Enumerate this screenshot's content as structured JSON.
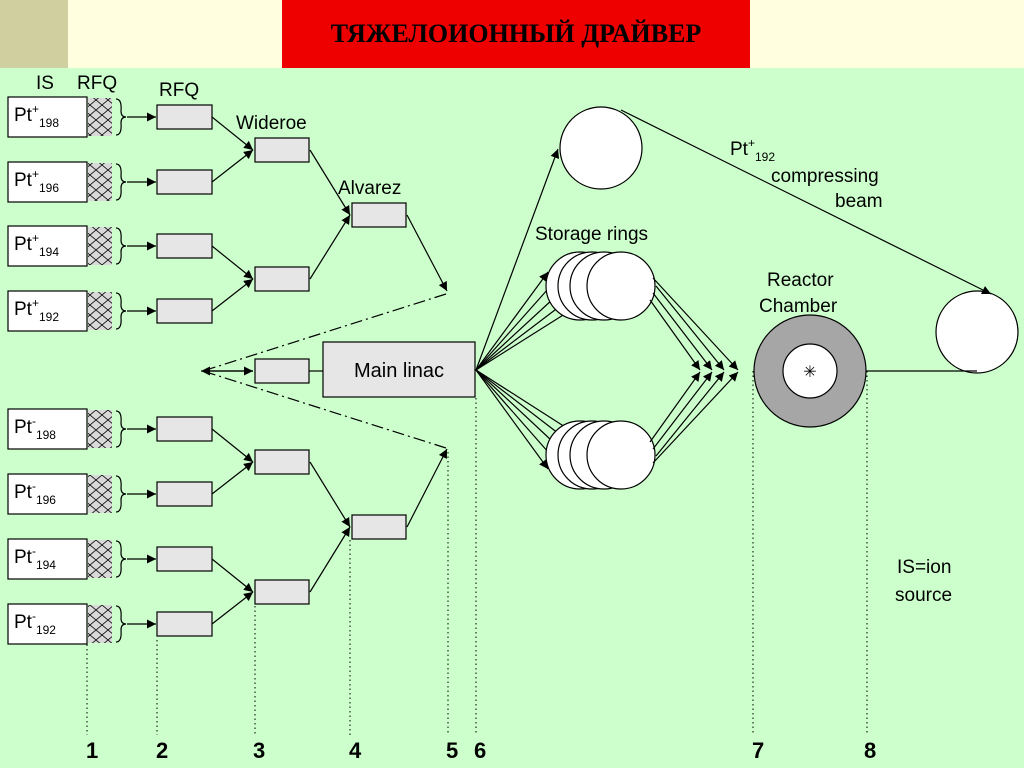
{
  "title": "ТЯЖЕЛОИОННЫЙ ДРАЙВЕР",
  "labels": {
    "is": "IS",
    "rfq_source": "RFQ",
    "rfq": "RFQ",
    "wideroe": "Wideroe",
    "alvarez": "Alvarez",
    "main_linac": "Main linac",
    "storage_rings": "Storage rings",
    "reactor_line1": "Reactor",
    "reactor_line2": "Chamber",
    "beam_species": "Pt",
    "beam_charge": "+",
    "beam_mass": "192",
    "beam_line1": "compressing",
    "beam_line2": "beam",
    "legend_line1": "IS=ion",
    "legend_line2": "source"
  },
  "sources": [
    {
      "species": "Pt",
      "charge": "+",
      "mass": "198"
    },
    {
      "species": "Pt",
      "charge": "+",
      "mass": "196"
    },
    {
      "species": "Pt",
      "charge": "+",
      "mass": "194"
    },
    {
      "species": "Pt",
      "charge": "+",
      "mass": "192"
    },
    {
      "species": "Pt",
      "charge": "-",
      "mass": "198"
    },
    {
      "species": "Pt",
      "charge": "-",
      "mass": "196"
    },
    {
      "species": "Pt",
      "charge": "-",
      "mass": "194"
    },
    {
      "species": "Pt",
      "charge": "-",
      "mass": "192"
    }
  ],
  "stations": [
    "1",
    "2",
    "3",
    "4",
    "5",
    "6",
    "7",
    "8"
  ],
  "colors": {
    "background": "#ccffcc",
    "title_bar": "#ee0000",
    "header_strip": "#ffffe0",
    "header_corner": "#cfcf9f",
    "box_fill": "#e6e6e6",
    "chamber_ring": "#a6a6a6",
    "rfq_fill": "#d9d9d9"
  }
}
